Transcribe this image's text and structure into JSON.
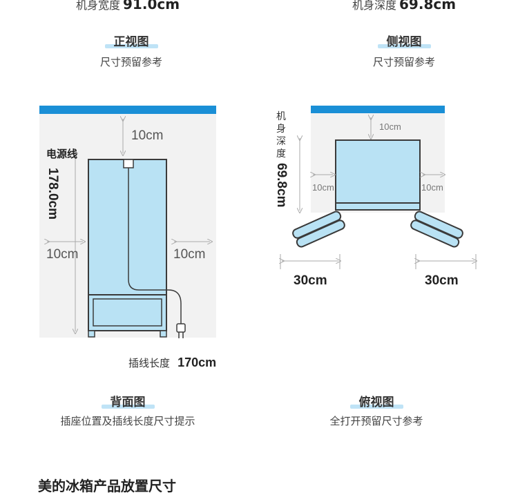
{
  "front": {
    "top_label": "机身宽度",
    "top_value": "91.0cm",
    "title": "正视图",
    "subtitle": "尺寸预留参考"
  },
  "side": {
    "top_label": "机身深度",
    "top_value": "69.8cm",
    "title": "侧视图",
    "subtitle": "尺寸预留参考"
  },
  "back": {
    "power_cord": "电源线",
    "height": "178.0cm",
    "top_gap": "10cm",
    "left_gap": "10cm",
    "right_gap": "10cm",
    "plug_label": "插线长度",
    "plug_value": "170cm",
    "title": "背面图",
    "subtitle": "插座位置及插线长度尺寸提示"
  },
  "top_view": {
    "depth_label": "机身深度",
    "depth_value": "69.8cm",
    "top_gap": "10cm",
    "left_gap": "10cm",
    "right_gap": "10cm",
    "left_door": "30cm",
    "right_door": "30cm",
    "title": "俯视图",
    "subtitle": "全打开预留尺寸参考"
  },
  "footer": {
    "partial_text": "美的冰箱产品放置尺寸"
  },
  "colors": {
    "wall_bar": "#1a8fd6",
    "body_fill": "#b9e2f4",
    "outline": "#3a3a3a",
    "shadow": "#e8e8e8",
    "dim_line": "#aaaaaa"
  }
}
